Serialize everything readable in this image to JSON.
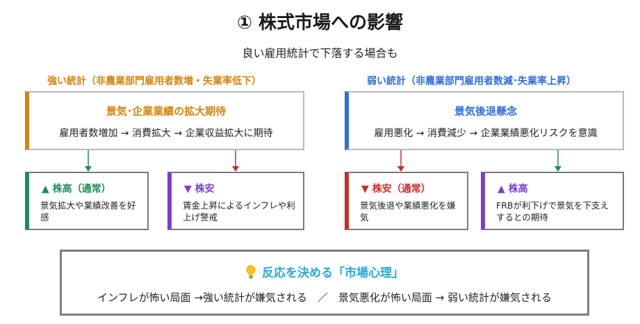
{
  "title": "① 株式市場への影響",
  "subtitle": "良い雇用統計で下落する場合も",
  "left": {
    "heading": "強い統計（非農業部門雇用者数増・失業率低下）",
    "box_title": "景気･企業業績の拡大期待",
    "box_desc": "雇用者数増加 → 消費拡大 → 企業収益拡大に期待",
    "accent": "#d4840e",
    "cards": [
      {
        "title": "▲ 株高（通常）",
        "desc": "景気拡大や業績改善を好感",
        "color": "#1e8c5a"
      },
      {
        "title": "▼ 株安",
        "desc": "賃金上昇によるインフレや利上げ警戒",
        "color": "#7a3fd0"
      }
    ]
  },
  "right": {
    "heading": "弱い統計（非農業部門雇用者数減･失業率上昇）",
    "box_title": "景気後退懸念",
    "box_desc": "雇用悪化 → 消費減少 → 企業業績悪化リスクを意識",
    "accent": "#2f6fd6",
    "cards": [
      {
        "title": "▼ 株安（通常）",
        "desc": "景気後退や業績悪化を嫌気",
        "color": "#cc2b2b"
      },
      {
        "title": "▲ 株高",
        "desc": "FRBが利下げで景気を下支えするとの期待",
        "color": "#7a3fd0"
      }
    ]
  },
  "psychology": {
    "icon": "lightbulb-icon",
    "title": "反応を決める「市場心理」",
    "text": "インフレが怖い局面 →強い統計が嫌気される　／　景気悪化が怖い局面 → 弱い統計が嫌気される",
    "color": "#2aa7d8"
  }
}
